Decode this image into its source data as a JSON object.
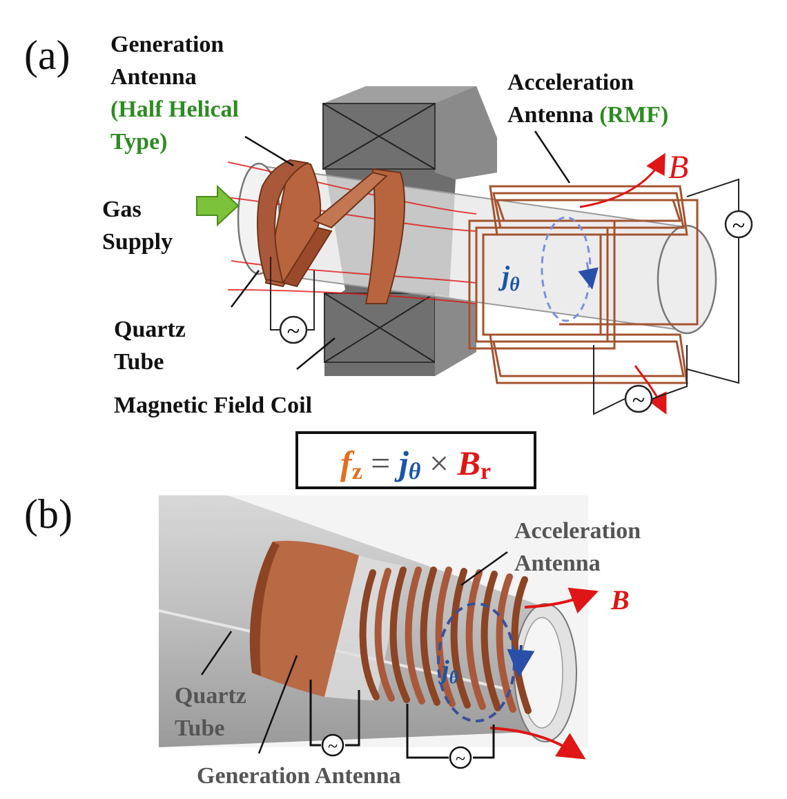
{
  "panel_a": {
    "letter": "(a)",
    "generation_antenna": {
      "line1": "Generation",
      "line2": "Antenna",
      "type_line1": "(Half Helical",
      "type_line2": "Type)"
    },
    "acceleration_antenna": {
      "line1": "Acceleration",
      "line2": "Antenna",
      "type": "(RMF)"
    },
    "gas_supply": {
      "line1": "Gas",
      "line2": "Supply"
    },
    "quartz_tube": {
      "line1": "Quartz",
      "line2": "Tube"
    },
    "magnetic_field_coil": "Magnetic Field Coil",
    "b_symbol": "B",
    "j_symbol": "j",
    "j_sub": "θ",
    "ac_symbol": "~"
  },
  "equation": {
    "f": "f",
    "f_sub": "z",
    "equals": "=",
    "j": "j",
    "j_sub": "θ",
    "times": "×",
    "b": "B",
    "b_sub": "r"
  },
  "panel_b": {
    "letter": "(b)",
    "acceleration_antenna": {
      "line1": "Acceleration",
      "line2": "Antenna"
    },
    "quartz_tube": {
      "line1": "Quartz",
      "line2": "Tube"
    },
    "generation_antenna": "Generation Antenna",
    "b_symbol": "B",
    "j_symbol": "j",
    "j_sub": "θ",
    "ac_symbol": "~"
  },
  "colors": {
    "copper": "#b8653f",
    "copper_dark": "#7a3a1e",
    "field_red": "#e01515",
    "current_blue": "#1a55a8",
    "force_orange": "#e07020",
    "label_green": "#2e8b22",
    "coil_gray": "#6e6e6e"
  }
}
